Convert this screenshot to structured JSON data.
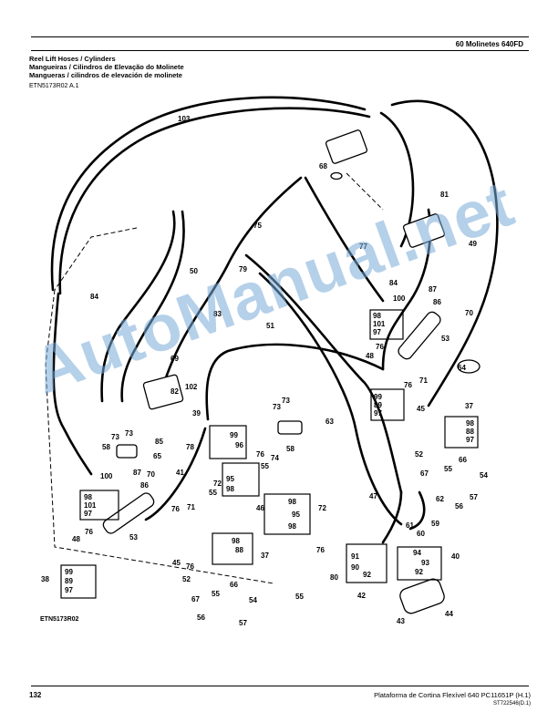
{
  "header": {
    "section": "60  Molinetes  640FD"
  },
  "title_lines": [
    "Reel Lift Hoses / Cylinders",
    "Mangueiras / Cilindros de Elevação do Molinete",
    "Mangueras / cilindros de elevación de molinete"
  ],
  "figure_code": "ETN5173R02 A.1",
  "diagram_label": "ETN5173R02",
  "watermark": "AutoManual.net",
  "callouts": [
    "103",
    "68",
    "81",
    "75",
    "77",
    "49",
    "50",
    "79",
    "84",
    "84",
    "100",
    "87",
    "86",
    "70",
    "98",
    "101",
    "97",
    "53",
    "83",
    "51",
    "48",
    "76",
    "69",
    "82",
    "102",
    "39",
    "64",
    "76",
    "71",
    "99",
    "89",
    "97",
    "37",
    "98",
    "88",
    "97",
    "73",
    "73",
    "63",
    "45",
    "78",
    "99",
    "96",
    "52",
    "55",
    "66",
    "73",
    "73",
    "58",
    "58",
    "85",
    "65",
    "76",
    "74",
    "72",
    "55",
    "95",
    "98",
    "54",
    "57",
    "100",
    "87",
    "70",
    "86",
    "67",
    "56",
    "98",
    "101",
    "97",
    "41",
    "55",
    "46",
    "98",
    "95",
    "98",
    "72",
    "47",
    "62",
    "76",
    "48",
    "53",
    "76",
    "71",
    "61",
    "60",
    "59",
    "45",
    "98",
    "88",
    "37",
    "91",
    "90",
    "92",
    "94",
    "93",
    "92",
    "40",
    "76",
    "52",
    "55",
    "66",
    "54",
    "80",
    "55",
    "42",
    "44",
    "43",
    "67",
    "57",
    "56",
    "38",
    "99",
    "89",
    "97",
    "76"
  ],
  "footer": {
    "page": "132",
    "publication": "Plataforma de Cortina Flexível 640   PC11651P   (H.1)",
    "id": "ST722546(D.1)"
  }
}
